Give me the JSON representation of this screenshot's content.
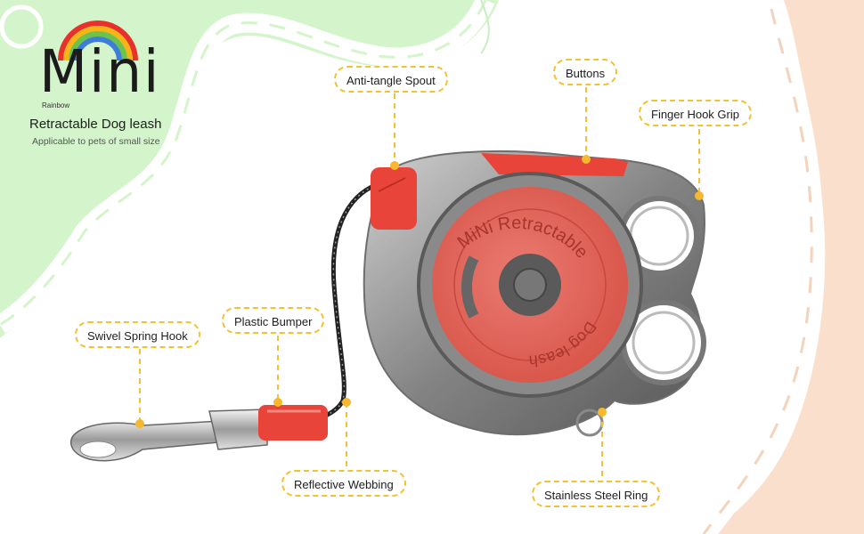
{
  "brand": {
    "logo_text": "Mini",
    "logo_sub": "Rainbow",
    "title": "Retractable Dog leash",
    "tagline": "Applicable to pets of small size",
    "rainbow_colors": [
      "#e8312a",
      "#f6b417",
      "#6cc24a",
      "#3d7fd8"
    ]
  },
  "product": {
    "name": "Retractable Dog Leash",
    "reel_text_top": "MiNi Retractable",
    "reel_text_bottom": "Dog leash",
    "colors": {
      "accent_red": "#e8443a",
      "reel_face": "#e2685f",
      "shell": "#9a9a9a",
      "cord": "#222222"
    }
  },
  "callouts": [
    {
      "id": "anti-tangle-spout",
      "label": "Anti-tangle Spout"
    },
    {
      "id": "buttons",
      "label": "Buttons"
    },
    {
      "id": "finger-hook-grip",
      "label": "Finger Hook Grip"
    },
    {
      "id": "swivel-spring-hook",
      "label": "Swivel Spring Hook"
    },
    {
      "id": "plastic-bumper",
      "label": "Plastic Bumper"
    },
    {
      "id": "reflective-webbing",
      "label": "Reflective Webbing"
    },
    {
      "id": "stainless-steel-ring",
      "label": "Stainless Steel Ring"
    }
  ],
  "theme": {
    "callout_border": "#f2c233",
    "bg_green": "#d4f5cb",
    "bg_peach": "#fae0cc"
  }
}
